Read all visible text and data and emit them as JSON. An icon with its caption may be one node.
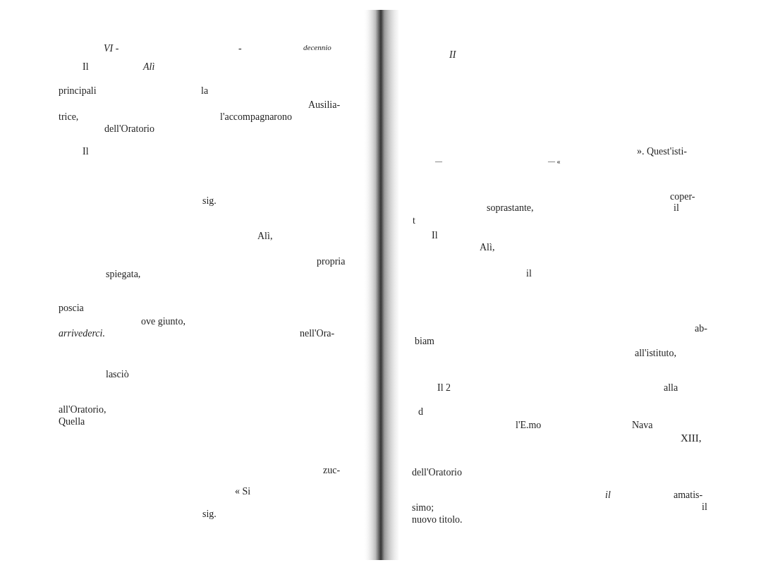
{
  "diagram": {
    "labels": [
      "VI -",
      "-",
      "decennio",
      "Il",
      "Alì",
      "principali",
      "la",
      "Ausilia-",
      "trice,",
      "l'accompagnarono",
      "dell'Oratorio",
      "Il",
      "sig.",
      "Alì,",
      "propria",
      "spiegata,",
      "poscia",
      "ove giunto,",
      "arrivederci.",
      "nell'Ora-",
      "lasciò",
      "all'Oratorio,",
      "Quella",
      "zuc-",
      "« Si",
      "sig.",
      "II",
      "». Quest'isti-",
      "—",
      "— «",
      "coper-",
      "soprastante,",
      "il",
      "t",
      "Il",
      "Alì,",
      "il",
      "ab-",
      "biam",
      "all'istituto,",
      "Il 2",
      "alla",
      "d",
      "l'E.mo",
      "Nava",
      "XIII,",
      "dell'Oratorio",
      "il",
      "amatis-",
      "simo;",
      "il",
      "nuovo titolo."
    ]
  }
}
